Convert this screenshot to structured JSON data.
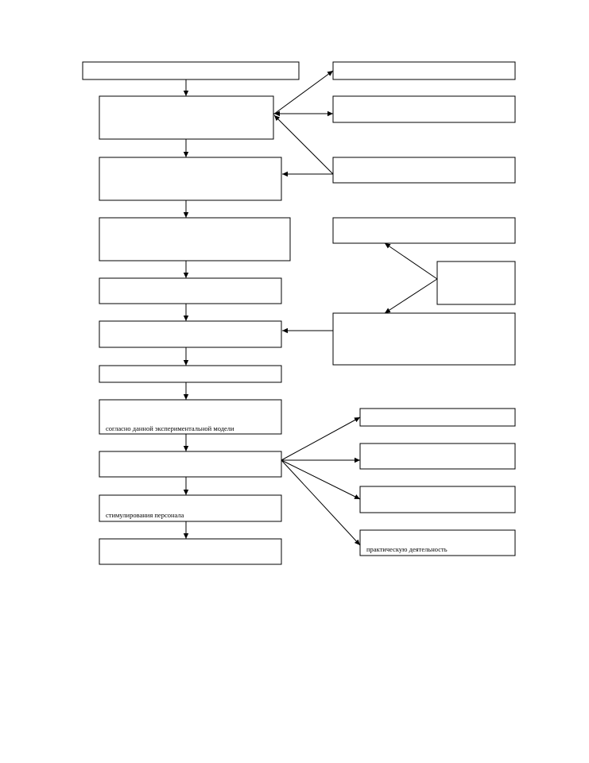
{
  "colors": {
    "stroke": "#000000",
    "box_fill": "#ffffff",
    "background": "#ffffff"
  },
  "diagram": {
    "boxes": {
      "box_top_left": "",
      "box_left_2": "",
      "box_left_3": "",
      "box_left_4": "",
      "box_left_5": "",
      "box_left_6": "",
      "box_left_7": "",
      "box_left_8": "согласно данной экспериментальной модели",
      "box_left_9": "",
      "box_left_10": "стимулирования персонала",
      "box_left_11": "",
      "box_right_1": "",
      "box_right_2": "",
      "box_right_3": "",
      "box_right_4": "",
      "box_right_5_small": "",
      "box_right_6": "",
      "box_right_7": "",
      "box_right_8": "",
      "box_right_9": "",
      "box_right_10": "практическую деятельность"
    }
  }
}
